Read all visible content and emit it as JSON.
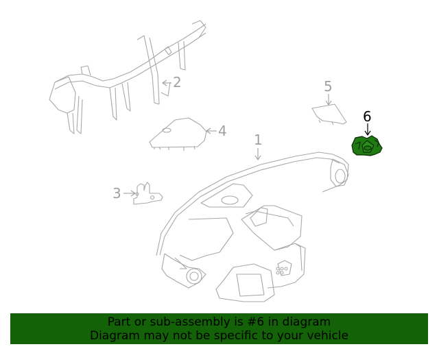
{
  "diagram": {
    "callouts": [
      {
        "number": "1",
        "part": "instrument-panel",
        "highlighted": false
      },
      {
        "number": "2",
        "part": "cross-car-beam",
        "highlighted": false
      },
      {
        "number": "3",
        "part": "bracket",
        "highlighted": false
      },
      {
        "number": "4",
        "part": "end-cover",
        "highlighted": false
      },
      {
        "number": "5",
        "part": "trim-cover",
        "highlighted": false
      },
      {
        "number": "6",
        "part": "highlighted-part",
        "highlighted": true
      }
    ],
    "colors": {
      "line_art": "#a8a8a8",
      "highlight_fill": "#1f7a12",
      "highlight_outline": "#0a2a05",
      "banner_bg": "#136207",
      "banner_text": "#000000"
    }
  },
  "banner": {
    "line1": "Part or sub-assembly is #6 in diagram",
    "line2": "Diagram may not be specific to your vehicle"
  }
}
